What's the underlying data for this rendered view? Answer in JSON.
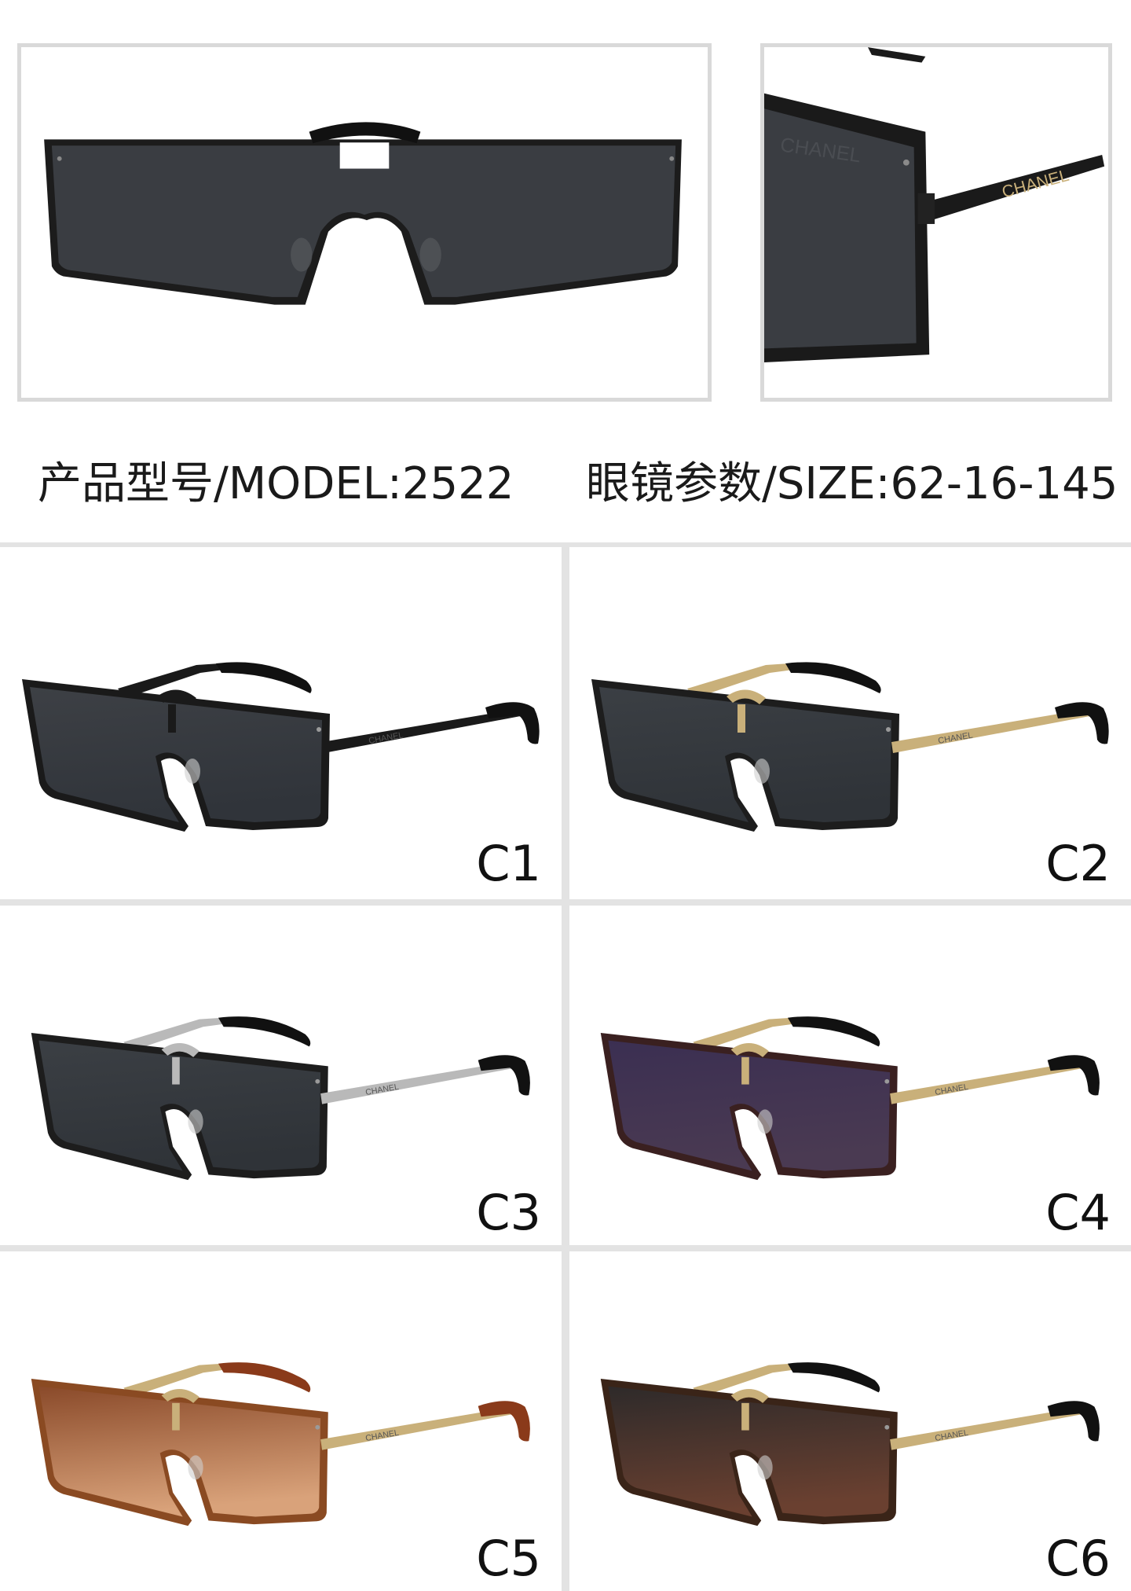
{
  "product": {
    "model_label": "产品型号/MODEL:",
    "model_value": "2522",
    "size_label": "眼镜参数/SIZE:",
    "size_value": "62-16-145"
  },
  "brand_mark": "CHANEL",
  "variants": [
    {
      "code": "C1",
      "frame_color": "#1a1a1a",
      "lens_top": "#3d4045",
      "lens_bottom": "#30343a",
      "temple_color": "#1a1a1a",
      "tip_color": "#111111"
    },
    {
      "code": "C2",
      "frame_color": "#1d1d1d",
      "lens_top": "#3b3f44",
      "lens_bottom": "#2f3338",
      "temple_color": "#c9b07a",
      "tip_color": "#111111"
    },
    {
      "code": "C3",
      "frame_color": "#1d1d1d",
      "lens_top": "#3b3f44",
      "lens_bottom": "#2f3338",
      "temple_color": "#b9b9b9",
      "tip_color": "#111111"
    },
    {
      "code": "C4",
      "frame_color": "#3a2020",
      "lens_top": "#3b2f52",
      "lens_bottom": "#4a3a52",
      "temple_color": "#c9b07a",
      "tip_color": "#111111"
    },
    {
      "code": "C5",
      "frame_color": "#8a4a22",
      "lens_top": "#8a4a2a",
      "lens_bottom": "#d9a27a",
      "temple_color": "#c9b07a",
      "tip_color": "#8a3a1a"
    },
    {
      "code": "C6",
      "frame_color": "#3a2418",
      "lens_top": "#2e2a2a",
      "lens_bottom": "#6a4030",
      "temple_color": "#c9b07a",
      "tip_color": "#111111"
    }
  ]
}
